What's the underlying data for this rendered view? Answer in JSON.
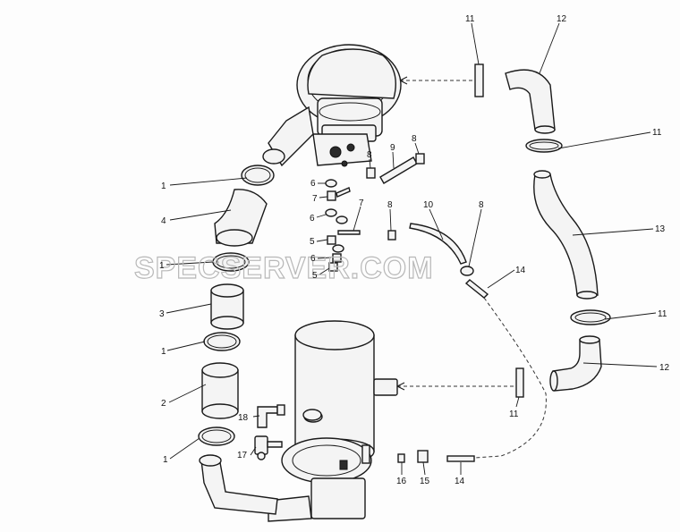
{
  "watermark": "SPECSERVER.COM",
  "callouts": [
    {
      "id": "c11a",
      "text": "11"
    },
    {
      "id": "c12a",
      "text": "12"
    },
    {
      "id": "c11b",
      "text": "11"
    },
    {
      "id": "c13",
      "text": "13"
    },
    {
      "id": "c11c",
      "text": "11"
    },
    {
      "id": "c12b",
      "text": "12"
    },
    {
      "id": "c11d",
      "text": "11"
    },
    {
      "id": "c9",
      "text": "9"
    },
    {
      "id": "c8a",
      "text": "8"
    },
    {
      "id": "c8b",
      "text": "8"
    },
    {
      "id": "c8c",
      "text": "8"
    },
    {
      "id": "c8d",
      "text": "8"
    },
    {
      "id": "c10",
      "text": "10"
    },
    {
      "id": "c14a",
      "text": "14"
    },
    {
      "id": "c14b",
      "text": "14"
    },
    {
      "id": "c6a",
      "text": "6"
    },
    {
      "id": "c7a",
      "text": "7"
    },
    {
      "id": "c6b",
      "text": "6"
    },
    {
      "id": "c7b",
      "text": "7"
    },
    {
      "id": "c5a",
      "text": "5"
    },
    {
      "id": "c6c",
      "text": "6"
    },
    {
      "id": "c5b",
      "text": "5"
    },
    {
      "id": "c1a",
      "text": "1"
    },
    {
      "id": "c4",
      "text": "4"
    },
    {
      "id": "c1b",
      "text": "1"
    },
    {
      "id": "c3",
      "text": "3"
    },
    {
      "id": "c1c",
      "text": "1"
    },
    {
      "id": "c2",
      "text": "2"
    },
    {
      "id": "c18",
      "text": "18"
    },
    {
      "id": "c17",
      "text": "17"
    },
    {
      "id": "c1d",
      "text": "1"
    },
    {
      "id": "c16",
      "text": "16"
    },
    {
      "id": "c15",
      "text": "15"
    }
  ]
}
